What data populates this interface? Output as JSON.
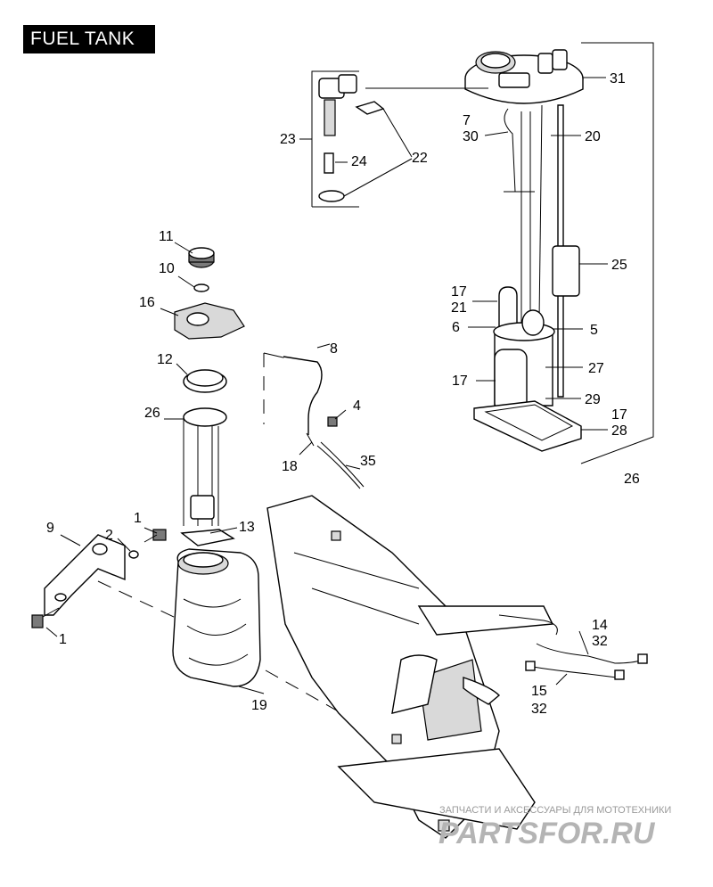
{
  "title": "FUEL TANK",
  "callouts": {
    "c31": "31",
    "c7": "7",
    "c30": "30",
    "c20": "20",
    "c23": "23",
    "c22": "22",
    "c24": "24",
    "c25": "25",
    "c17a": "17",
    "c21": "21",
    "c6": "6",
    "c5": "5",
    "c27": "27",
    "c17b": "17",
    "c29": "29",
    "c17c": "17",
    "c28": "28",
    "c26a": "26",
    "c11": "11",
    "c10": "10",
    "c16": "16",
    "c12": "12",
    "c26b": "26",
    "c8": "8",
    "c4": "4",
    "c18": "18",
    "c35": "35",
    "c1a": "1",
    "c9": "9",
    "c2": "2",
    "c13": "13",
    "c1b": "1",
    "c19": "19",
    "c14": "14",
    "c32a": "32",
    "c15": "15",
    "c32b": "32"
  },
  "watermark": {
    "line1": "ЗАПЧАСТИ И АКСЕССУАРЫ ДЛЯ МОТОТЕХНИКИ",
    "line2": "PARTSFOR.RU"
  }
}
